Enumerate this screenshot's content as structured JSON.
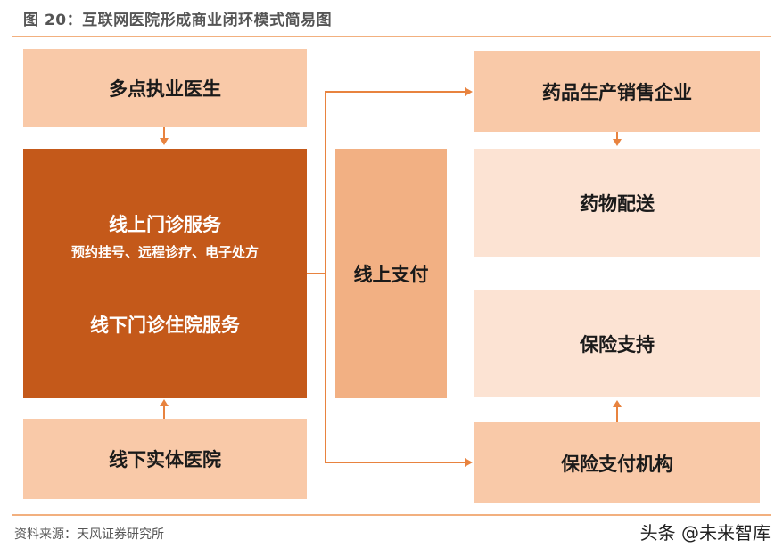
{
  "header": {
    "title": "图 20：互联网医院形成商业闭环模式简易图"
  },
  "diagram": {
    "left": {
      "top_box": "多点执业医生",
      "center_box": {
        "online_title": "线上门诊服务",
        "online_detail": "预约挂号、远程诊疗、电子处方",
        "offline_title": "线下门诊住院服务"
      },
      "bottom_box": "线下实体医院"
    },
    "middle": {
      "payment_box": "线上支付"
    },
    "right": {
      "pharma_box": "药品生产销售企业",
      "delivery_box": "药物配送",
      "insurance_support_box": "保险支持",
      "insurance_payer_box": "保险支付机构"
    },
    "colors": {
      "dark_orange": "#c4591a",
      "light_orange": "#f9c9a8",
      "pale_orange": "#fce3d3",
      "mid_orange": "#f2b083",
      "arrow": "#e8833f",
      "rule": "#f2b07f"
    }
  },
  "footer": {
    "source": "资料来源：天风证券研究所",
    "watermark": "头条 @未来智库"
  }
}
